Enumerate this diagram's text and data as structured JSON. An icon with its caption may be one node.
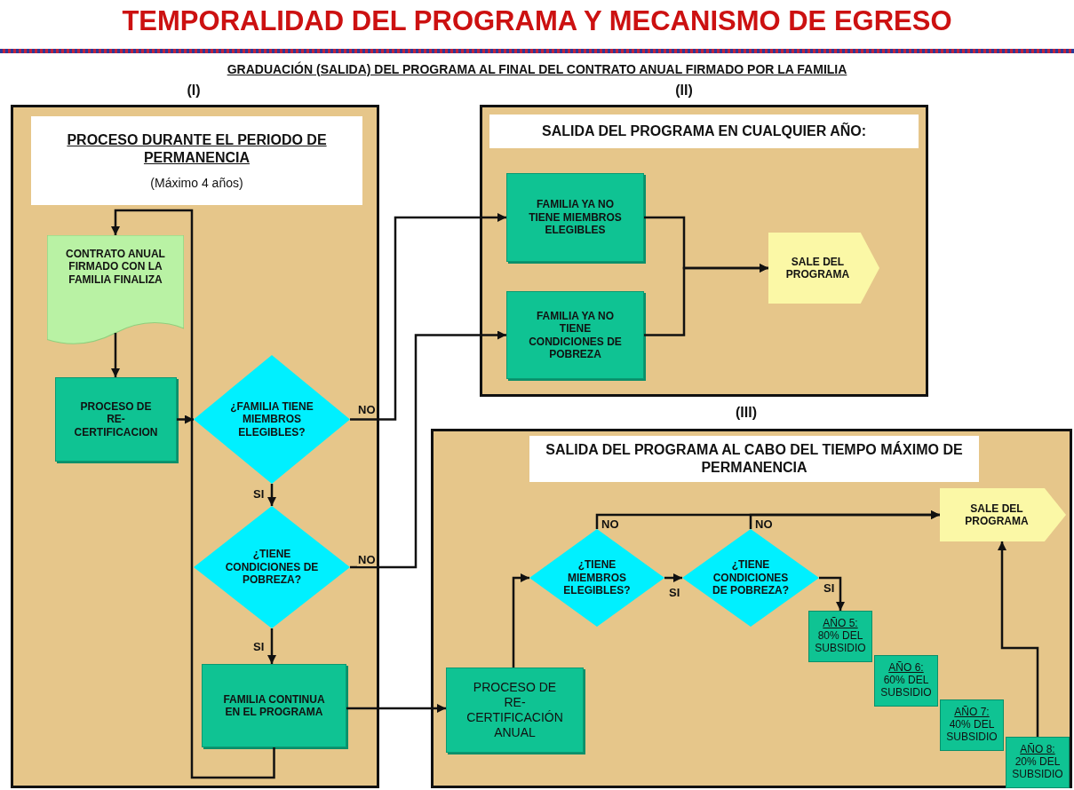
{
  "diagram": {
    "title": "TEMPORALIDAD DEL PROGRAMA Y MECANISMO DE EGRESO",
    "nodes": [
      {
        "text": [
          "PROCESO DURANTE EL PERIODO DE PERMANENCIA",
          "(Máximo 4 años)"
        ]
      },
      {
        "text": [
          "CONTRATO ANUAL FIRMADO CON LA FAMILIA FINALIZA"
        ],
        "in": 0
      },
      {
        "text": [
          "PROCESO DE RE-CERTIFICACION"
        ],
        "in": 0
      },
      {
        "text": [
          "¿FAMILIA TIENE MIEMBROS ELEGIBLES?"
        ],
        "in": 0
      },
      {
        "text": [
          "¿TIENE CONDICIONES DE POBREZA?"
        ],
        "in": 0
      },
      {
        "text": [
          "FAMILIA CONTINUA EN EL PROGRAMA"
        ],
        "in": 0
      },
      {
        "text": [
          "SALIDA DEL PROGRAMA EN CUALQUIER AÑO:"
        ]
      },
      {
        "text": [
          "FAMILIA YA NO TIENE MIEMBROS ELEGIBLES"
        ],
        "in": 6
      },
      {
        "text": [
          "FAMILIA YA NO TIENE CONDICIONES DE POBREZA"
        ],
        "in": 6
      },
      {
        "text": [
          "SALE DEL PROGRAMA"
        ],
        "in": 6
      },
      {
        "text": [
          "SALIDA DEL PROGRAMA AL CABO DEL TIEMPO MÁXIMO DE PERMANENCIA"
        ]
      },
      {
        "text": [
          "PROCESO DE RE-CERTIFICACIÓN ANUAL"
        ],
        "in": 10
      },
      {
        "text": [
          "¿TIENE MIEMBROS ELEGIBLES?"
        ],
        "in": 10
      },
      {
        "text": [
          "¿TIENE CONDICIONES DE POBREZA?"
        ],
        "in": 10
      },
      {
        "text": [
          "SALE DEL PROGRAMA"
        ],
        "in": 10
      },
      {
        "text": [
          "AÑO 5:",
          "80% DEL SUBSIDIO"
        ],
        "in": 10
      },
      {
        "text": [
          "AÑO 6:",
          "60% DEL SUBSIDIO"
        ],
        "in": 10
      },
      {
        "text": [
          "AÑO 7:",
          "40% DEL SUBSIDIO"
        ],
        "in": 10
      },
      {
        "text": [
          "AÑO 8:",
          "20% DEL SUBSIDIO"
        ],
        "in": 10
      }
    ],
    "edges": [
      {
        "from": 1,
        "to": 2,
        "arrow": "to"
      },
      {
        "from": 2,
        "to": 3,
        "arrow": "to"
      },
      {
        "from": 3,
        "to": 4,
        "arrow": "to",
        "label": "SI"
      },
      {
        "from": 4,
        "to": 5,
        "arrow": "to",
        "label": "SI"
      },
      {
        "from": 5,
        "to": 1,
        "arrow": "to"
      },
      {
        "from": 3,
        "to": 7,
        "arrow": "to",
        "label": "NO"
      },
      {
        "from": 4,
        "to": 8,
        "arrow": "to",
        "label": "NO"
      },
      {
        "from": 7,
        "to": 9,
        "arrow": "to"
      },
      {
        "from": 8,
        "to": 9,
        "arrow": "to"
      },
      {
        "from": 5,
        "to": 11,
        "arrow": "to"
      },
      {
        "from": 11,
        "to": 12,
        "arrow": "to"
      },
      {
        "from": 12,
        "to": 13,
        "arrow": "to",
        "label": "SI"
      },
      {
        "from": 12,
        "to": 14,
        "arrow": "to",
        "label": "NO"
      },
      {
        "from": 13,
        "to": 14,
        "arrow": "to",
        "label": "NO"
      },
      {
        "from": 13,
        "to": 15,
        "arrow": "to",
        "label": "SI"
      },
      {
        "from": 18,
        "to": 14,
        "arrow": "to"
      }
    ],
    "labels": [
      "GRADUACIÓN (SALIDA) DEL PROGRAMA AL FINAL DEL CONTRATO ANUAL FIRMADO POR LA FAMILIA",
      "(I)",
      "(II)",
      "(III)"
    ]
  }
}
